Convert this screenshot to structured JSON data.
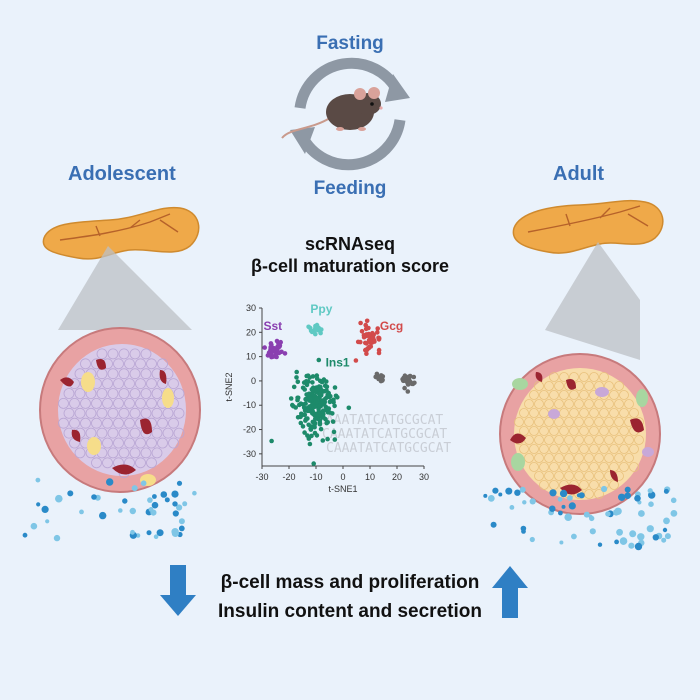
{
  "cycle": {
    "top_label": "Fasting",
    "bottom_label": "Feeding"
  },
  "left_panel": {
    "label": "Adolescent"
  },
  "right_panel": {
    "label": "Adult"
  },
  "center": {
    "title_line1": "scRNAseq",
    "title_line2": "β-cell maturation score"
  },
  "bottom": {
    "line1": "β-cell mass and proliferation",
    "line2": "Insulin content and secretion",
    "left_arrow": "down",
    "right_arrow": "up"
  },
  "colors": {
    "label_blue": "#3a6fb3",
    "arrow_blue": "#2f7fc4",
    "beta_cell_adolescent": "#d9cbe9",
    "beta_cell_adult": "#f8ddaa",
    "mantle_cell": "#e8a2a3",
    "vessel": "#9b2430"
  },
  "chart_data": {
    "type": "scatter",
    "xlabel": "t-SNE1",
    "ylabel": "t-SNE2",
    "xlim": [
      -30,
      30
    ],
    "ylim": [
      -35,
      30
    ],
    "xticks": [
      "-30",
      "-20",
      "-10",
      "0",
      "10",
      "20",
      "30"
    ],
    "yticks": [
      "30",
      "20",
      "10",
      "0",
      "-10",
      "-20",
      "-30"
    ],
    "background_text": [
      "CAAATATCATGCGCAT",
      "CAAATATCATGCGCAT",
      "CAAATATCATGCGCAT"
    ],
    "clusters": [
      {
        "name": "Sst",
        "color": "#8a3fb0",
        "center": [
          -25,
          13
        ],
        "spread": [
          3.5,
          3.5
        ],
        "count": 38
      },
      {
        "name": "Ppy",
        "color": "#5fc9c3",
        "center": [
          -10,
          21
        ],
        "spread": [
          2.5,
          2
        ],
        "count": 18
      },
      {
        "name": "Gcg",
        "color": "#d24a4a",
        "center": [
          10,
          18
        ],
        "spread": [
          3.5,
          5
        ],
        "count": 48
      },
      {
        "name": "Ins1",
        "color": "#1d8a6a",
        "center": [
          -10,
          -10
        ],
        "spread": [
          7,
          11
        ],
        "count": 210
      },
      {
        "name": "",
        "color": "#6a6a6a",
        "center": [
          14,
          1
        ],
        "spread": [
          2,
          1.5
        ],
        "count": 14
      },
      {
        "name": "",
        "color": "#6a6a6a",
        "center": [
          24,
          0
        ],
        "spread": [
          2.2,
          2.5
        ],
        "count": 30
      }
    ],
    "cluster_labels": [
      {
        "text": "Sst",
        "x": -26,
        "y": 21,
        "color": "#8a3fb0"
      },
      {
        "text": "Ppy",
        "x": -8,
        "y": 28,
        "color": "#5fc9c3"
      },
      {
        "text": "Gcg",
        "x": 18,
        "y": 21,
        "color": "#d24a4a"
      },
      {
        "text": "Ins1",
        "x": -2,
        "y": 6,
        "color": "#1d8a6a"
      }
    ]
  }
}
